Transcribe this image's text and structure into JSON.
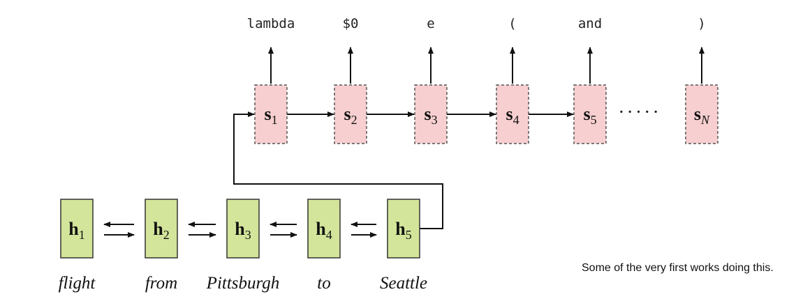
{
  "output_tokens": [
    "lambda",
    "$0",
    "e",
    "(",
    "and",
    ")"
  ],
  "decoder_states": [
    {
      "base": "s",
      "sub": "1"
    },
    {
      "base": "s",
      "sub": "2"
    },
    {
      "base": "s",
      "sub": "3"
    },
    {
      "base": "s",
      "sub": "4"
    },
    {
      "base": "s",
      "sub": "5"
    },
    {
      "base": "s",
      "sub": "N"
    }
  ],
  "ellipsis": "·····",
  "encoder_states": [
    {
      "base": "h",
      "sub": "1"
    },
    {
      "base": "h",
      "sub": "2"
    },
    {
      "base": "h",
      "sub": "3"
    },
    {
      "base": "h",
      "sub": "4"
    },
    {
      "base": "h",
      "sub": "5"
    }
  ],
  "input_words": [
    "flight",
    "from",
    "Pittsburgh",
    "to",
    "Seattle"
  ],
  "note": "Some of the very first works doing this.",
  "colors": {
    "decoder_fill": "#f7cfd0",
    "decoder_border": "#555555",
    "encoder_fill": "#d2e59a",
    "encoder_border": "#333333",
    "arrow": "#111111"
  }
}
